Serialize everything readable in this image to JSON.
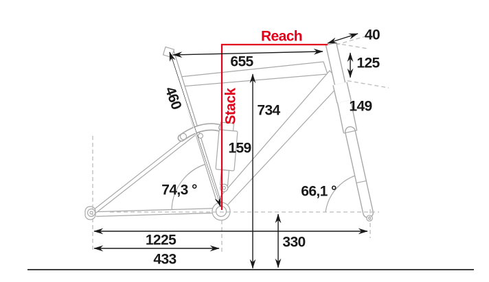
{
  "diagram": {
    "type": "bike-frame-geometry",
    "colors": {
      "accent": "#e2001a",
      "frame": "#a8a8a8",
      "dimension": "#1a1a1a"
    },
    "labels": {
      "reach": "Reach",
      "stack": "Stack"
    },
    "measurements": {
      "top_tube_effective": "655",
      "seat_tube": "460",
      "standover": "734",
      "shock_length": "159",
      "steerer_extension": "40",
      "head_tube": "125",
      "fork_crown": "149",
      "seat_tube_angle": "74,3 °",
      "head_tube_angle": "66,1 °",
      "wheelbase": "1225",
      "chainstay": "433",
      "bb_height": "330"
    }
  }
}
